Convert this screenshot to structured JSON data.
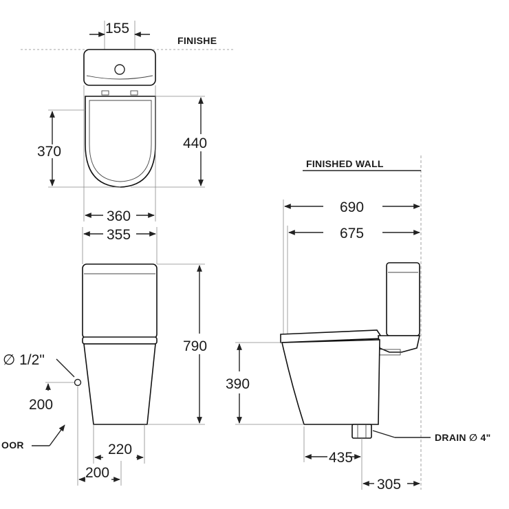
{
  "labels": {
    "finished_top": "FINISHE",
    "finished_wall": "FINISHED WALL",
    "drain": "DRAIN ∅ 4\"",
    "water_inlet": "∅ 1/2\"",
    "floor": "OOR"
  },
  "dimensions": {
    "top_width": "155",
    "seat_length": "370",
    "total_length": "440",
    "top_body_width": "360",
    "front_width": "355",
    "total_height": "790",
    "inlet_height": "200",
    "base_width": "220",
    "inlet_offset": "200",
    "side_depth": "690",
    "side_depth_inner": "675",
    "seat_height": "390",
    "drain_to_front": "435",
    "drain_to_wall": "305"
  }
}
